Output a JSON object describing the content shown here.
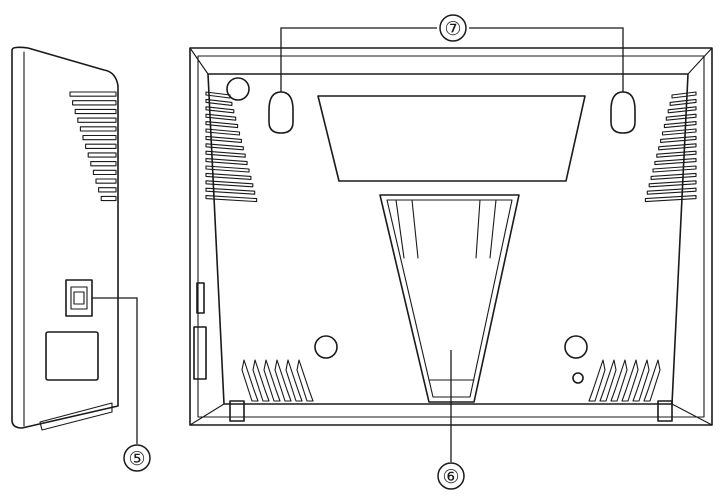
{
  "callouts": [
    {
      "id": "c5",
      "label": "⑤",
      "part": "usb-port"
    },
    {
      "id": "c6",
      "label": "⑥",
      "part": "stand"
    },
    {
      "id": "c7",
      "label": "⑦",
      "part": "wall-mount-holes"
    }
  ],
  "colors": {
    "line": "#1a1a1a",
    "background": "#ffffff"
  }
}
